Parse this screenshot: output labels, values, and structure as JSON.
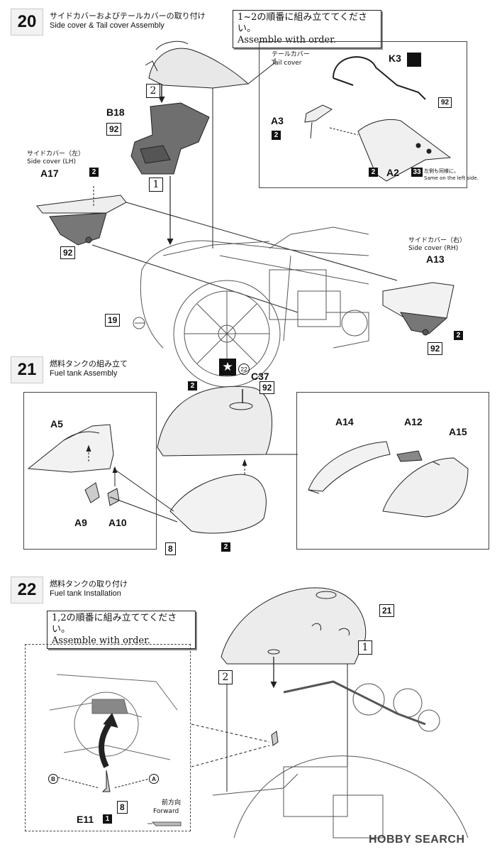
{
  "step20": {
    "number": "20",
    "title_jp": "サイドカバーおよびテールカバーの取り付け",
    "title_en": "Side cover & Tail cover Assembly",
    "note": "1~2の順番に組み立ててください。\nAssemble with order.",
    "tail_cover_jp": "テールカバー",
    "tail_cover_en": "Tail cover",
    "side_lh_jp": "サイドカバー（左）",
    "side_lh_en": "Side cover (LH)",
    "side_rh_jp": "サイドカバー（右）",
    "side_rh_en": "Side cover (RH)",
    "same_left_jp": "左側も同様に。",
    "same_left_en": "Same on the left side.",
    "parts": {
      "k3": "K3",
      "a3": "A3",
      "a2": "A2",
      "b18": "B18",
      "a17": "A17",
      "a13": "A13"
    },
    "tags": {
      "t92": "92",
      "t2": "2",
      "t33": "33",
      "t19": "19"
    },
    "order": {
      "o1": "1",
      "o2": "2"
    }
  },
  "step21": {
    "number": "21",
    "title_jp": "燃料タンクの組み立て",
    "title_en": "Fuel tank Assembly",
    "parts": {
      "c37": "C37",
      "a5": "A5",
      "a9": "A9",
      "a10": "A10",
      "a14": "A14",
      "a12": "A12",
      "a15": "A15"
    },
    "tags": {
      "t22": "22",
      "t92": "92",
      "t2": "2",
      "t8": "8"
    },
    "star": "★"
  },
  "step22": {
    "number": "22",
    "title_jp": "燃料タンクの取り付け",
    "title_en": "Fuel tank Installation",
    "note": "1,2の順番に組み立ててください。\nAssemble with order.",
    "forward_jp": "前方向",
    "forward_en": "Forward",
    "parts": {
      "e11": "E11"
    },
    "tags": {
      "t21": "21",
      "t1": "1",
      "t8": "8"
    },
    "pins": {
      "a": "A",
      "b": "B"
    },
    "order": {
      "o1": "1",
      "o2": "2"
    }
  },
  "watermark": "HOBBY SEARCH"
}
